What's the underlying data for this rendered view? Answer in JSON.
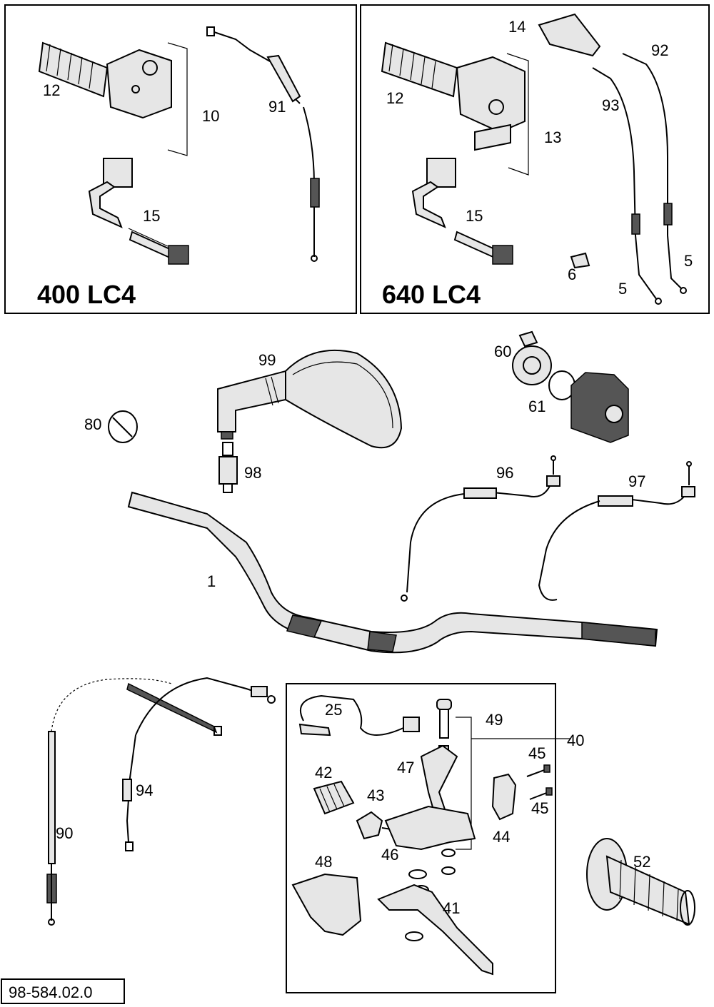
{
  "panels": {
    "left_model": "400 LC4",
    "right_model": "640 LC4"
  },
  "labels": {
    "p12a": "12",
    "p10": "10",
    "p91": "91",
    "p15a": "15",
    "p14": "14",
    "p92": "92",
    "p12b": "12",
    "p93": "93",
    "p13": "13",
    "p15b": "15",
    "p6": "6",
    "p5a": "5",
    "p5b": "5",
    "p99": "99",
    "p60": "60",
    "p61": "61",
    "p80": "80",
    "p98": "98",
    "p96": "96",
    "p97": "97",
    "p1": "1",
    "p25": "25",
    "p49": "49",
    "p40": "40",
    "p45a": "45",
    "p47": "47",
    "p42": "42",
    "p43": "43",
    "p45b": "45",
    "p44": "44",
    "p46": "46",
    "p48": "48",
    "p41": "41",
    "p52": "52",
    "p94": "94",
    "p90": "90"
  },
  "reference": "98-584.02.0"
}
